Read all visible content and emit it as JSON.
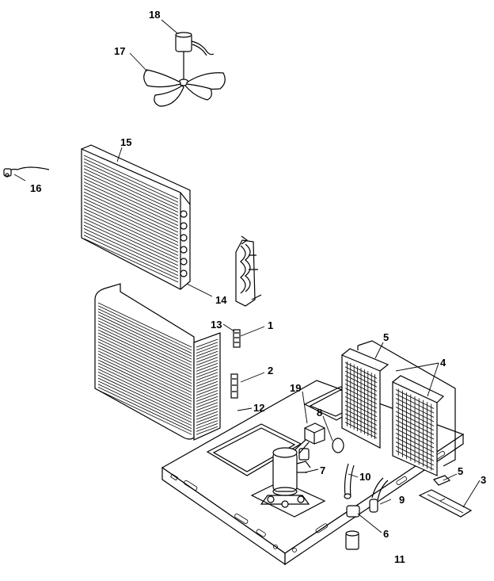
{
  "callouts": {
    "c1": "1",
    "c2": "2",
    "c3": "3",
    "c4": "4",
    "c5a": "5",
    "c5b": "5",
    "c6": "6",
    "c7": "7",
    "c8": "8",
    "c9": "9",
    "c10": "10",
    "c11": "11",
    "c12": "12",
    "c13": "13",
    "c14": "14",
    "c15": "15",
    "c16": "16",
    "c17": "17",
    "c18": "18",
    "c19": "19"
  }
}
